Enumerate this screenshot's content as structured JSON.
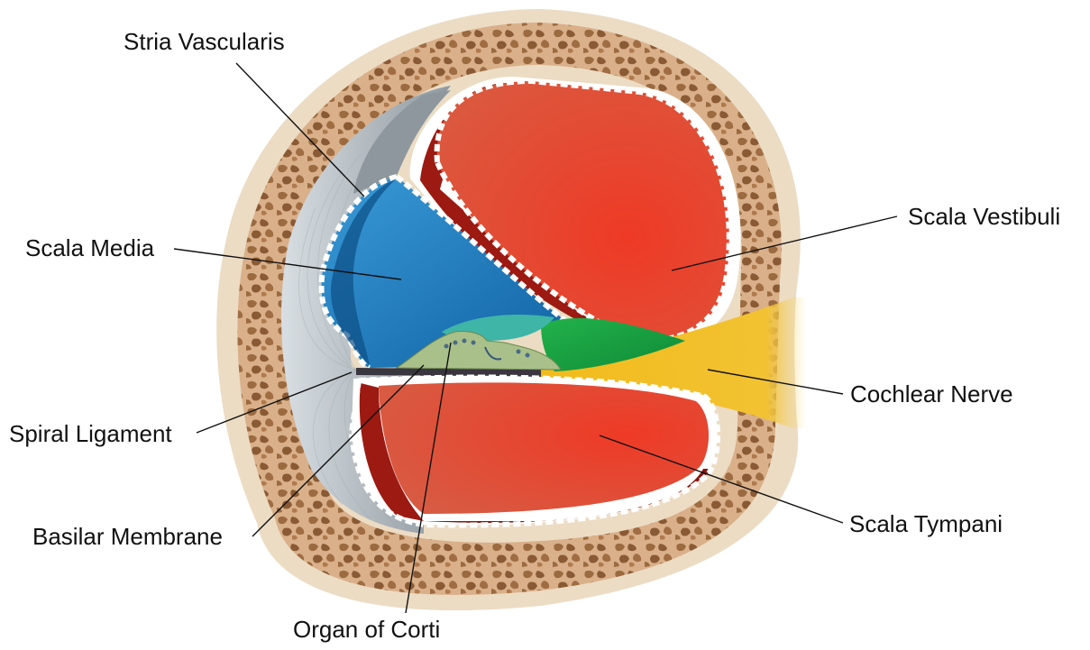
{
  "diagram": {
    "colors": {
      "bone_outer": "#ecdcc4",
      "bone_inner": "#c99a68",
      "bone_holes": "#8a5a34",
      "scala_vestibuli": "#e64a33",
      "scala_vestibuli_dark": "#9c1a12",
      "scala_tympani": "#e64a33",
      "scala_media": "#1e7fc2",
      "scala_media_dark": "#0d4f86",
      "spiral_ligament": "#b7c2c8",
      "stria_vascularis": "#8d979d",
      "organ_of_corti": "#a9c08a",
      "tectorial_membrane": "#3fb5a8",
      "limbus": "#1daa4a",
      "cochlear_nerve": "#f2bb1a",
      "basilar_membrane": "#3a3640"
    },
    "labels": {
      "stria_vascularis": "Stria Vascularis",
      "scala_vestibuli": "Scala Vestibuli",
      "scala_media": "Scala Media",
      "cochlear_nerve": "Cochlear Nerve",
      "spiral_ligament": "Spiral Ligament",
      "scala_tympani": "Scala Tympani",
      "basilar_membrane": "Basilar Membrane",
      "organ_of_corti": "Organ of Corti"
    }
  }
}
